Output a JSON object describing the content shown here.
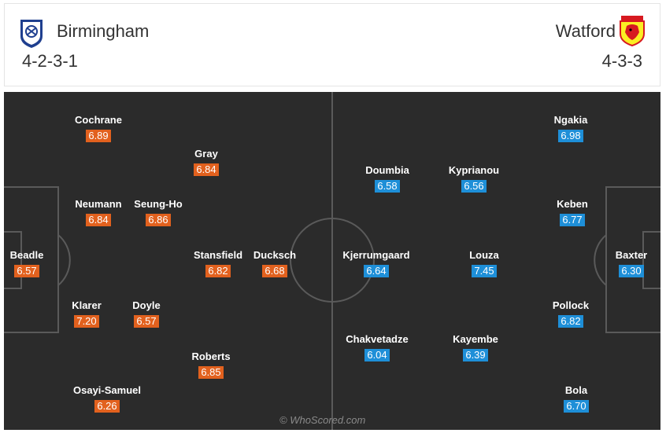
{
  "home": {
    "name": "Birmingham",
    "formation": "4-2-3-1",
    "crest_icon": "birmingham-crest",
    "rating_color": "#e2611e",
    "players": [
      {
        "name": "Cochrane",
        "rating": "6.89"
      },
      {
        "name": "Gray",
        "rating": "6.84"
      },
      {
        "name": "Neumann",
        "rating": "6.84"
      },
      {
        "name": "Seung-Ho",
        "rating": "6.86"
      },
      {
        "name": "Beadle",
        "rating": "6.57"
      },
      {
        "name": "Stansfield",
        "rating": "6.82"
      },
      {
        "name": "Ducksch",
        "rating": "6.68"
      },
      {
        "name": "Klarer",
        "rating": "7.20"
      },
      {
        "name": "Doyle",
        "rating": "6.57"
      },
      {
        "name": "Roberts",
        "rating": "6.85"
      },
      {
        "name": "Osayi-Samuel",
        "rating": "6.26"
      }
    ]
  },
  "away": {
    "name": "Watford",
    "formation": "4-3-3",
    "crest_icon": "watford-crest",
    "rating_color": "#1e8fd8",
    "players": [
      {
        "name": "Ngakia",
        "rating": "6.98"
      },
      {
        "name": "Doumbia",
        "rating": "6.58"
      },
      {
        "name": "Kyprianou",
        "rating": "6.56"
      },
      {
        "name": "Keben",
        "rating": "6.77"
      },
      {
        "name": "Kjerrumgaard",
        "rating": "6.64"
      },
      {
        "name": "Louza",
        "rating": "7.45"
      },
      {
        "name": "Baxter",
        "rating": "6.30"
      },
      {
        "name": "Pollock",
        "rating": "6.82"
      },
      {
        "name": "Chakvetadze",
        "rating": "6.04"
      },
      {
        "name": "Kayembe",
        "rating": "6.39"
      },
      {
        "name": "Bola",
        "rating": "6.70"
      }
    ]
  },
  "watermark": "© WhoScored.com",
  "pitch_color": "#2b2b2b"
}
